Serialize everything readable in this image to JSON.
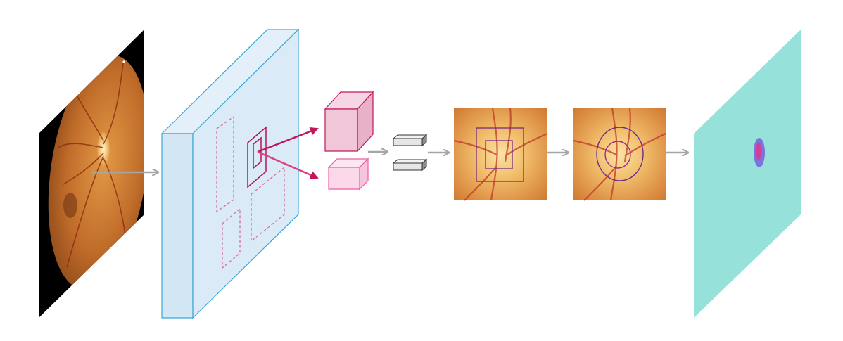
{
  "diagram": {
    "stages": [
      {
        "id": "input-fundus",
        "icon": "fundus-image"
      },
      {
        "id": "feature-extractor",
        "icon": "feature-map-block"
      },
      {
        "id": "roi-proposals",
        "icon": "dashed-region-boxes"
      },
      {
        "id": "pooled-features",
        "icon": "feature-cubes"
      },
      {
        "id": "fc-layers",
        "icon": "fully-connected-bars"
      },
      {
        "id": "detection-boxes",
        "icon": "optic-disc-crop-with-boxes"
      },
      {
        "id": "segmentation-ellipses",
        "icon": "optic-disc-crop-with-ellipses"
      },
      {
        "id": "output-mask",
        "icon": "segmentation-mask"
      }
    ],
    "colors": {
      "arrow": "#a6a6a6",
      "feature_block_fill": "#daeaf6",
      "feature_block_stroke": "#3ba7d6",
      "roi_dashed": "#d6709e",
      "roi_solid": "#b5145c",
      "cube_dark_fill": "#f0c6d8",
      "cube_light_fill": "#fbd9ea",
      "box_outer": "#7b2a80",
      "box_inner": "#9b2a86",
      "mask_plane": "#97e1db",
      "mask_disc": "#7b73d9",
      "mask_cup": "#cf3f9e",
      "fundus_bg": "#000000",
      "fundus_retina": "#c46f2b",
      "optic_disc": "#f3d38a"
    }
  }
}
